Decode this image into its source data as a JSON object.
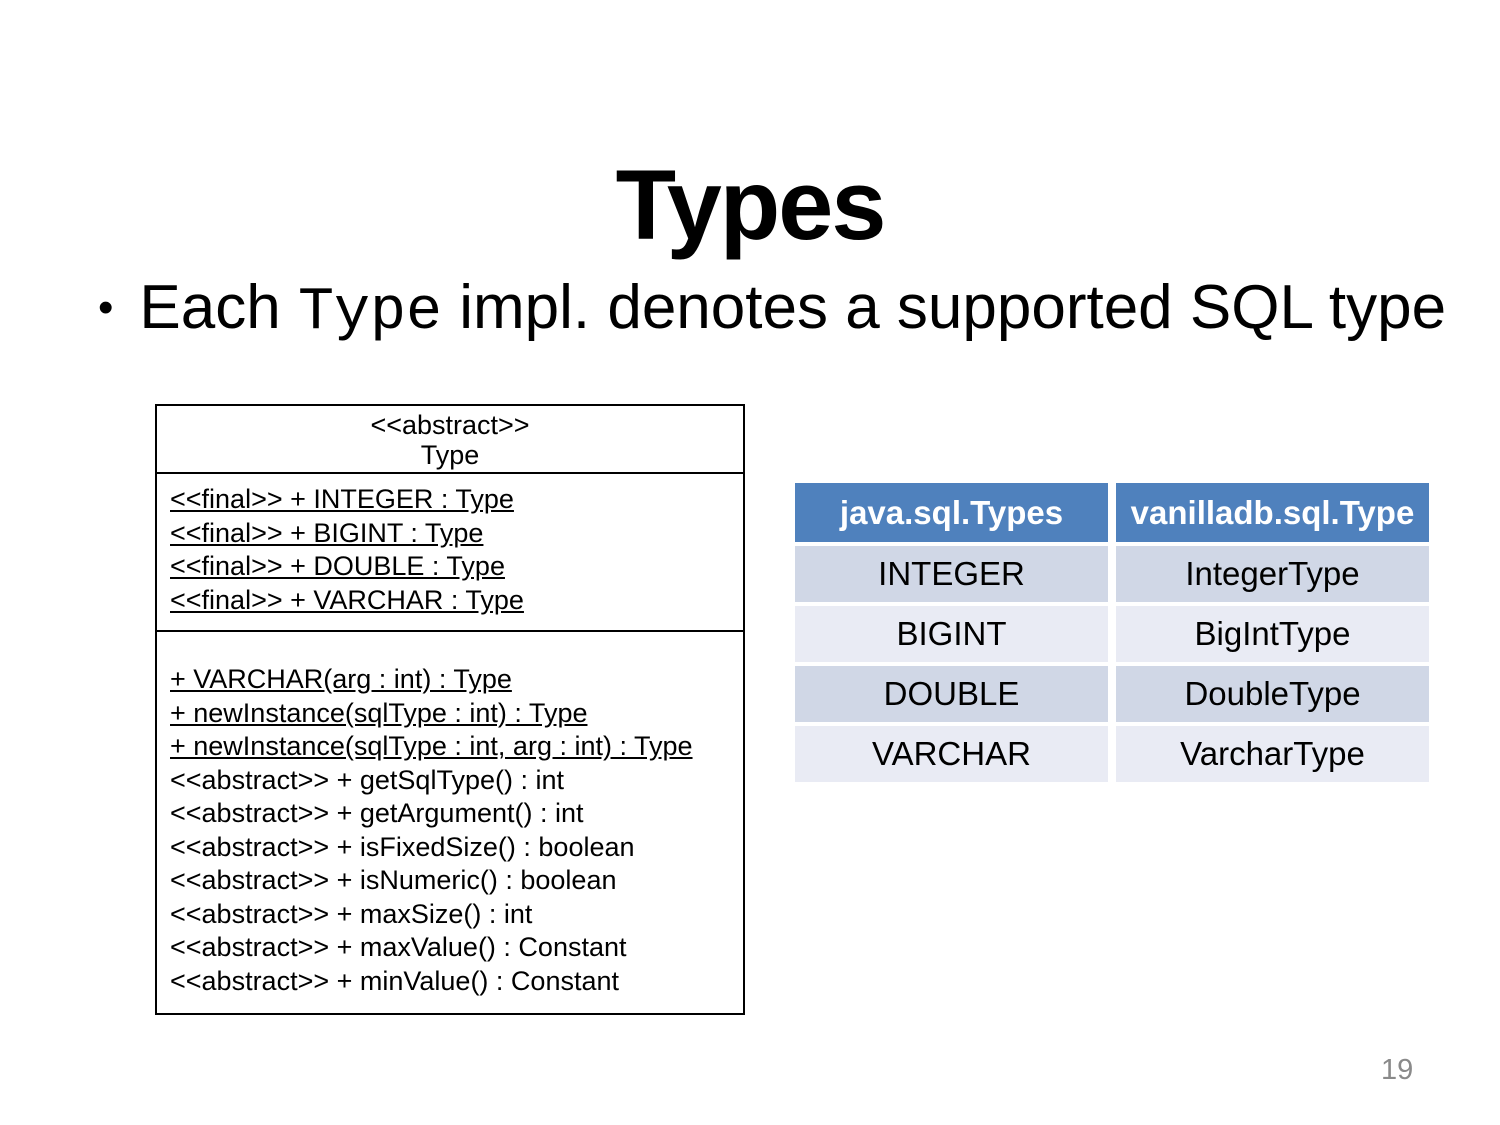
{
  "slide": {
    "title": "Types",
    "bullet": {
      "glyph": "•",
      "text_pre": "Each ",
      "code": "Type",
      "text_post": " impl. denotes a supported SQL type"
    },
    "page_number": "19"
  },
  "uml": {
    "stereotype": "<<abstract>>",
    "class_name": "Type",
    "fields": [
      "<<final>> + INTEGER : Type",
      "<<final>> + BIGINT : Type",
      "<<final>> + DOUBLE : Type",
      "<<final>> + VARCHAR : Type"
    ],
    "methods": [
      {
        "text": "+ VARCHAR(arg : int) : Type",
        "underline": true
      },
      {
        "text": "+ newInstance(sqlType : int) : Type",
        "underline": true
      },
      {
        "text": "+ newInstance(sqlType : int, arg : int) : Type",
        "underline": true
      },
      {
        "text": "<<abstract>> + getSqlType() : int",
        "underline": false
      },
      {
        "text": "<<abstract>> + getArgument() : int",
        "underline": false
      },
      {
        "text": "<<abstract>> + isFixedSize() : boolean",
        "underline": false
      },
      {
        "text": "<<abstract>> + isNumeric() : boolean",
        "underline": false
      },
      {
        "text": "<<abstract>> + maxSize() : int",
        "underline": false
      },
      {
        "text": "<<abstract>> + maxValue() : Constant",
        "underline": false
      },
      {
        "text": "<<abstract>> + minValue() : Constant",
        "underline": false
      }
    ]
  },
  "table": {
    "headers": [
      "java.sql.Types",
      "vanilladb.sql.Type"
    ],
    "rows": [
      [
        "INTEGER",
        "IntegerType"
      ],
      [
        "BIGINT",
        "BigIntType"
      ],
      [
        "DOUBLE",
        "DoubleType"
      ],
      [
        "VARCHAR",
        "VarcharType"
      ]
    ],
    "colors": {
      "header_bg": "#4F81BD",
      "header_text": "#FFFFFF",
      "row_odd": "#D0D7E6",
      "row_even": "#E9EBF4"
    }
  }
}
